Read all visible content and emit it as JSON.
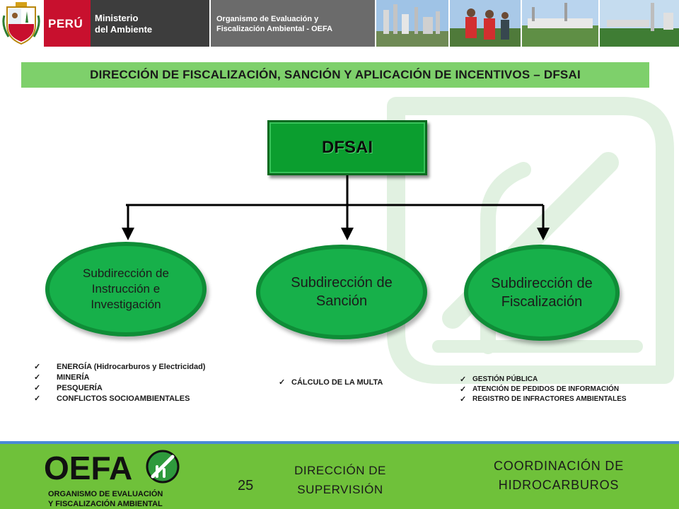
{
  "header": {
    "country": "PERÚ",
    "ministry_line1": "Ministerio",
    "ministry_line2": "del Ambiente",
    "agency_line1": "Organismo de Evaluación y",
    "agency_line2": "Fiscalización Ambiental - OEFA"
  },
  "banner": {
    "title": "DIRECCIÓN DE FISCALIZACIÓN, SANCIÓN Y APLICACIÓN DE INCENTIVOS – DFSAI"
  },
  "org_chart": {
    "root": "DFSAI",
    "children": [
      {
        "label": "Subdirección de Instrucción e Investigación",
        "items": [
          "ENERGÍA (Hidrocarburos  y Electricidad)",
          "MINERÍA",
          "PESQUERÍA",
          "CONFLICTOS  SOCIOAMBIENTALES"
        ]
      },
      {
        "label": "Subdirección de Sanción",
        "items": [
          "CÁLCULO  DE LA MULTA"
        ]
      },
      {
        "label": "Subdirección de Fiscalización",
        "items": [
          "GESTIÓN PÚBLICA",
          "ATENCIÓN DE PEDIDOS DE INFORMACIÓN",
          "REGISTRO DE INFRACTORES AMBIENTALES"
        ]
      }
    ]
  },
  "footer": {
    "logo_wordmark": "OEFA",
    "logo_line1": "ORGANISMO  DE  EVALUACIÓN",
    "logo_line2": "Y FISCALIZACIÓN  AMBIENTAL",
    "page_number": "25",
    "department_line1": "DIRECCIÓN DE",
    "department_line2": "SUPERVISIÓN",
    "coordination_line1": "COORDINACIÓN  DE",
    "coordination_line2": "HIDROCARBUROS"
  },
  "colors": {
    "banner": "#7ed06b",
    "node_green": "#17b04a",
    "root_green": "#0b9e2f",
    "footer_green": "#6fc13a",
    "peru_red": "#c8102e"
  }
}
